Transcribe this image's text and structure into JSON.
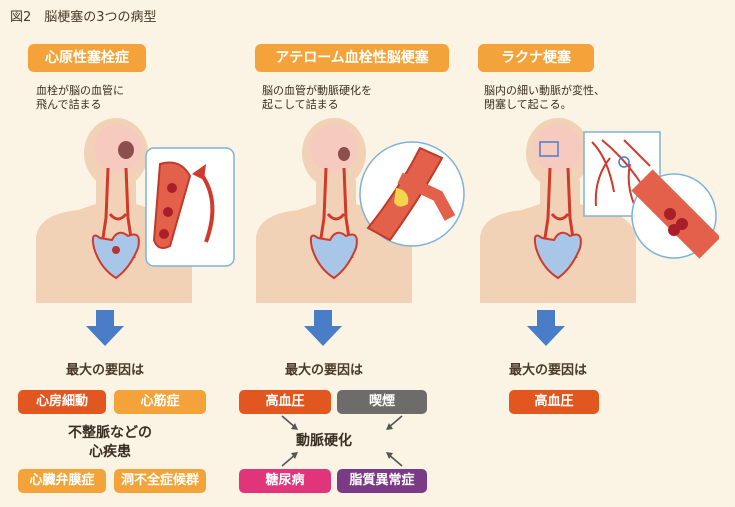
{
  "figure_title": "図2　脳梗塞の3つの病型",
  "columns": [
    {
      "title": "心原性塞栓症",
      "description": [
        "血栓が脳の血管に",
        "飛んで詰まる"
      ],
      "cause_heading": "最大の要因は",
      "tags": [
        "心房細動",
        "心筋症",
        "心臓弁膜症",
        "洞不全症候群"
      ],
      "note": [
        "不整脈などの",
        "心疾患"
      ]
    },
    {
      "title": "アテローム血栓性脳梗塞",
      "description": [
        "脳の血管が動脈硬化を",
        "起こして詰まる"
      ],
      "cause_heading": "最大の要因は",
      "tags": [
        "高血圧",
        "喫煙",
        "糖尿病",
        "脂質異常症"
      ],
      "center": "動脈硬化"
    },
    {
      "title": "ラクナ梗塞",
      "description": [
        "脳内の細い動脈が変性、",
        "閉塞して起こる。"
      ],
      "cause_heading": "最大の要因は",
      "tags": [
        "高血圧"
      ]
    }
  ],
  "colors": {
    "background": "#fbf3e3",
    "title_badge": "#f3a33a",
    "arrow_blue": "#4a7dc8",
    "tag_red": "#e2571f",
    "tag_orange": "#f3a33a",
    "tag_gray": "#6e6c6a",
    "tag_pink": "#e0357a",
    "tag_purple": "#7b3a86"
  }
}
